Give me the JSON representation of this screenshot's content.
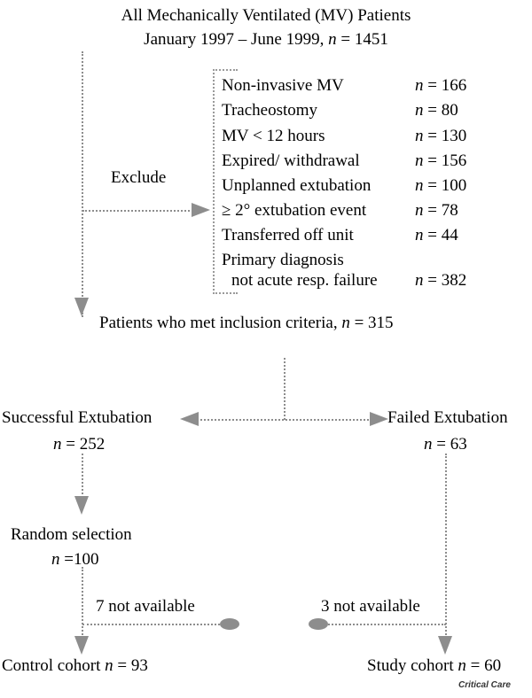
{
  "chart_data": {
    "type": "diagram",
    "title": "All Mechanically Ventilated (MV) Patients",
    "subtitle": "January 1997 – June 1999,  n = 1451",
    "source_note": "Critical Care"
  },
  "header": {
    "line1": "All Mechanically Ventilated (MV) Patients",
    "line2_prefix": "January 1997 – June 1999,  ",
    "line2_n": "n",
    "line2_value": " = 1451"
  },
  "exclude": {
    "label": "Exclude",
    "items": [
      {
        "label": "Non-invasive MV",
        "n": "n",
        "value": "= 166"
      },
      {
        "label": "Tracheostomy",
        "n": "n",
        "value": "= 80"
      },
      {
        "label": "MV < 12 hours",
        "n": "n",
        "value": " = 130"
      },
      {
        "label": "Expired/ withdrawal",
        "n": "n",
        "value": "= 156"
      },
      {
        "label": "Unplanned extubation",
        "n": "n",
        "value": "= 100"
      },
      {
        "label": "≥ 2° extubation event",
        "n": "n",
        "value": " = 78"
      },
      {
        "label": "Transferred off unit",
        "n": "n",
        "value": " = 44"
      },
      {
        "label": "Primary diagnosis",
        "n": "",
        "value": ""
      },
      {
        "label": "not acute resp. failure",
        "n": "n",
        "value": " = 382"
      }
    ]
  },
  "inclusion": {
    "text_prefix": "Patients who met inclusion criteria, ",
    "n": "n",
    "value": " = 315"
  },
  "branches": {
    "left": {
      "title": "Successful Extubation",
      "n": "n",
      "value": " = 252"
    },
    "right": {
      "title": "Failed Extubation",
      "n": "n",
      "value": " = 63"
    }
  },
  "random_selection": {
    "title": "Random selection",
    "n": "n",
    "value": " =100"
  },
  "attrition": {
    "left": "7 not available",
    "right": "3 not available"
  },
  "cohorts": {
    "left_prefix": "Control cohort ",
    "left_n": "n",
    "left_value": " = 93",
    "right_prefix": "Study cohort ",
    "right_n": "n",
    "right_value": " = 60"
  },
  "footer": {
    "journal": "Critical Care"
  },
  "colors": {
    "line": "#8d8d8d",
    "text": "#000000",
    "background": "#ffffff"
  }
}
